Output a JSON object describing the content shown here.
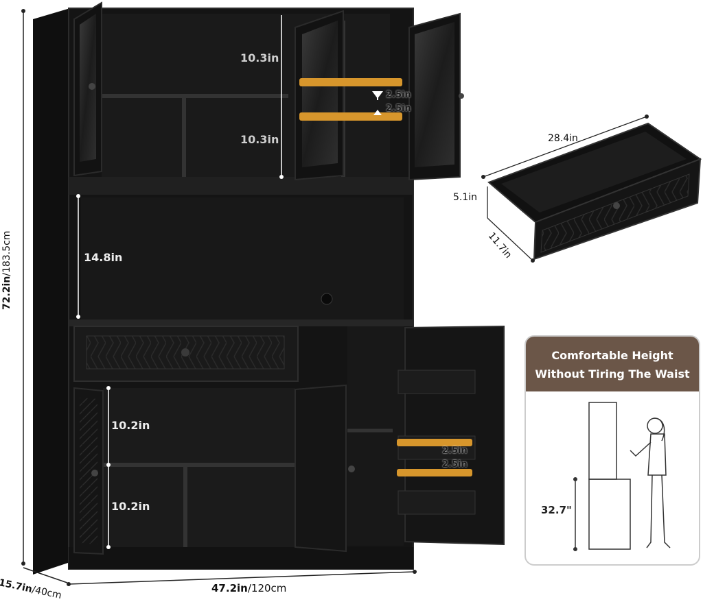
{
  "dimensions": {
    "upper_compartment_top": "10.3in",
    "upper_compartment_bottom": "10.3in",
    "open_shelf_height": "14.8in",
    "lower_compartment_top": "10.2in",
    "lower_compartment_bottom": "10.2in",
    "total_height_in": "72.2in",
    "total_height_cm": "/183.5cm",
    "depth_in": "15.7in",
    "depth_cm": "/40cm",
    "width_in": "47.2in",
    "width_cm": "/120cm",
    "upper_shelf_adjust_up": "2.5in",
    "upper_shelf_adjust_down": "2.5in",
    "door_rack_adjust_up": "2.5in",
    "door_rack_adjust_down": "2.5in"
  },
  "drawer": {
    "width": "28.4in",
    "height": "5.1in",
    "depth": "11.7in"
  },
  "comfort_card": {
    "title_line1": "Comfortable Height",
    "title_line2": "Without Tiring The Waist",
    "height_value": "32.7\""
  },
  "colors": {
    "cabinet": "#141414",
    "cabinet_edge": "#2b2b2b",
    "shelf_marker": "#d7962c",
    "card_header": "#6b5648"
  }
}
